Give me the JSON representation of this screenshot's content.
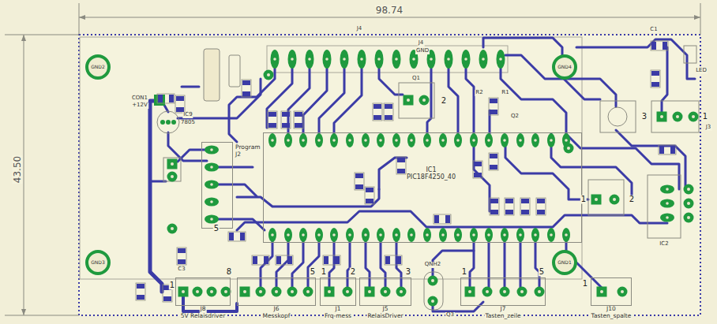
{
  "diagram": {
    "nodes": [
      {
        "text": [
          "IC1",
          "PIC18F4250_40"
        ]
      },
      {
        "text": [
          "Program",
          "J2"
        ]
      },
      {
        "text": [
          "J8",
          "5V Relaisdriver"
        ]
      },
      {
        "text": [
          "J6",
          "Messkopf"
        ]
      },
      {
        "text": [
          "J1",
          "Frq-mess"
        ]
      },
      {
        "text": [
          "J5",
          "RelaisDriver"
        ]
      },
      {
        "text": [
          "J7",
          "Tasten_zeile"
        ]
      },
      {
        "text": [
          "J10",
          "Tasten_spalte"
        ]
      },
      {
        "text": [
          "GND2"
        ]
      },
      {
        "text": [
          "GND3"
        ]
      },
      {
        "text": [
          "GND4"
        ]
      },
      {
        "text": [
          "GND1"
        ]
      }
    ],
    "labels": [
      "98.74",
      "43.50",
      "J4",
      "J4",
      "GND",
      "CON1",
      "+12V",
      "IC9",
      "7805",
      "5",
      "1",
      "8",
      "5",
      "1",
      "2",
      "3",
      "1",
      "5",
      "1",
      "3",
      "1",
      "2",
      "1",
      "2",
      "C1",
      "LED",
      "J3",
      "IC2",
      "Q1",
      "Q2",
      "Q3",
      "R1",
      "R2",
      "C3",
      "QNH2"
    ]
  }
}
